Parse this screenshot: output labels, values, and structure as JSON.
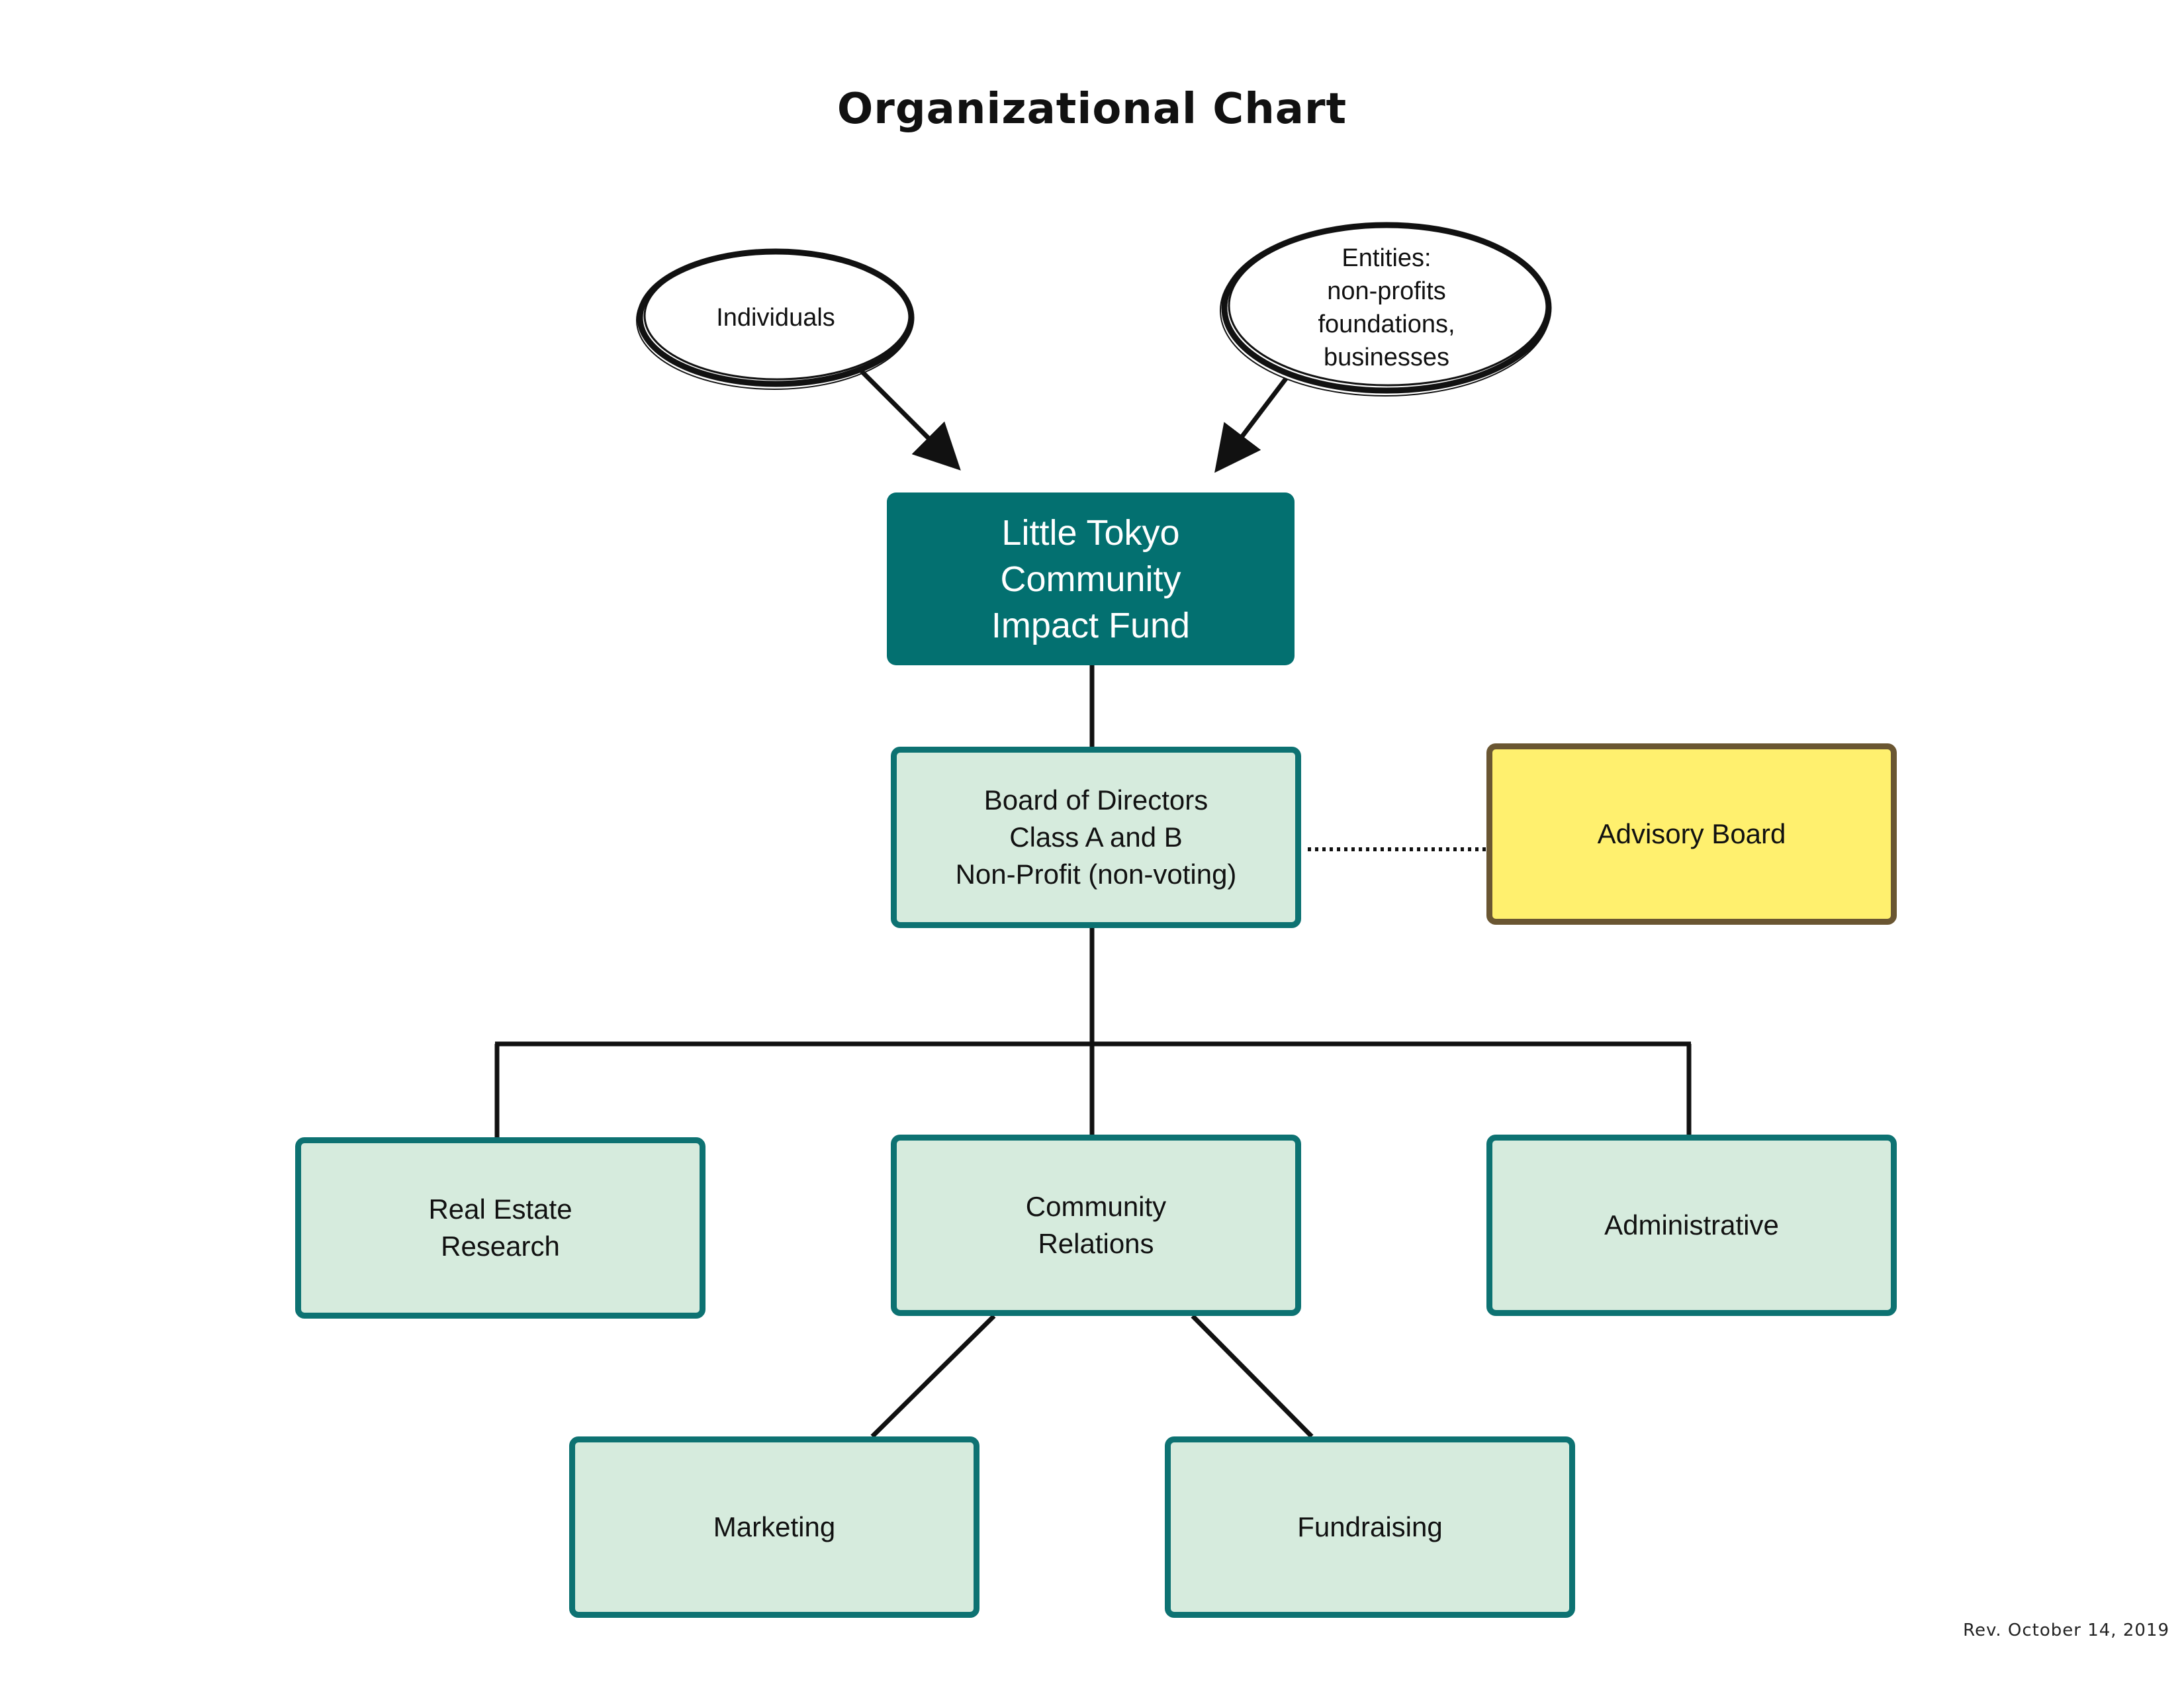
{
  "page_title": "Organizational Chart",
  "sources": {
    "individuals": {
      "label": "Individuals",
      "icon": "ellipse-bubble"
    },
    "entities": {
      "lines": [
        "Entities:",
        "non-profits",
        "foundations,",
        "businesses"
      ],
      "icon": "ellipse-bubble"
    }
  },
  "fund": {
    "lines": [
      "Little Tokyo",
      "Community",
      "Impact Fund"
    ]
  },
  "board": {
    "lines": [
      "Board of Directors",
      "Class A and B",
      "Non-Profit (non-voting)"
    ]
  },
  "advisory_board": {
    "label": "Advisory Board"
  },
  "departments": {
    "real_estate": {
      "lines": [
        "Real Estate",
        "Research"
      ]
    },
    "community_relations": {
      "lines": [
        "Community",
        "Relations"
      ]
    },
    "administrative": {
      "label": "Administrative"
    }
  },
  "sub_departments": {
    "marketing": {
      "label": "Marketing"
    },
    "fundraising": {
      "label": "Fundraising"
    }
  },
  "revision": "Rev. October 14, 2019",
  "colors": {
    "fund_fill": "#037070",
    "dept_fill": "#d6ebdd",
    "dept_border": "#0d7272",
    "advisory_fill": "#fff06e",
    "advisory_border": "#6a5632",
    "connector": "#111111"
  }
}
